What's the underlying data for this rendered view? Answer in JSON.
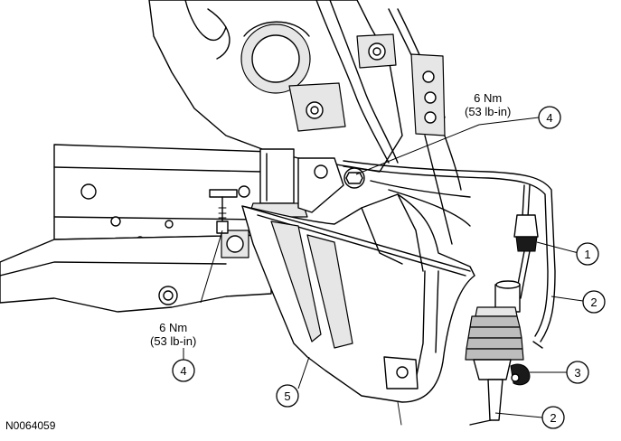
{
  "figure_id": "N0064059",
  "torque_upper": {
    "nm": "6 Nm",
    "lbin": "(53 lb-in)"
  },
  "torque_lower": {
    "nm": "6 Nm",
    "lbin": "(53 lb-in)"
  },
  "callouts": {
    "c1": "1",
    "c2a": "2",
    "c2b": "2",
    "c3": "3",
    "c4a": "4",
    "c4b": "4",
    "c5": "5"
  }
}
